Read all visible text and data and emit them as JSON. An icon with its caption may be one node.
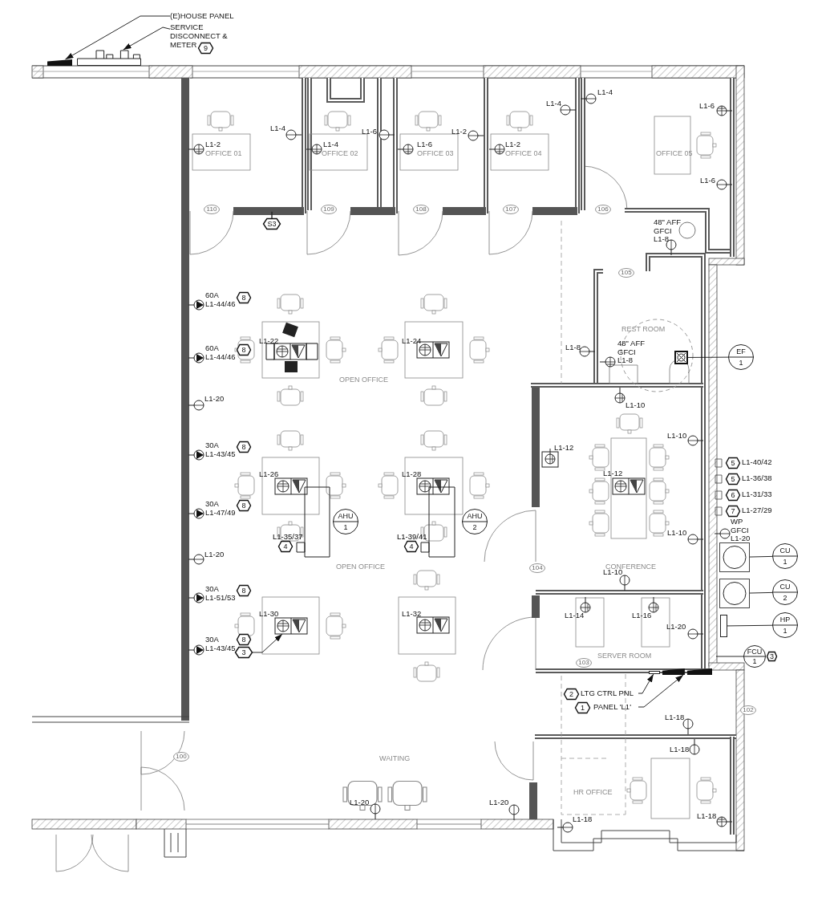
{
  "diagram": {
    "nodes": [
      {
        "text": [
          "(E)HOUSE PANEL"
        ]
      },
      {
        "text": [],
        "shape": "box"
      },
      {
        "text": [
          "SERVICE DISCONNECT & METER"
        ]
      },
      {
        "text": [
          "9"
        ]
      },
      {
        "text": [],
        "shape": "box"
      },
      {
        "text": [
          "110"
        ]
      },
      {
        "text": [
          "S3"
        ]
      },
      {
        "text": [
          "109"
        ]
      },
      {
        "text": [
          "108"
        ]
      },
      {
        "text": [
          "107"
        ]
      },
      {
        "text": [
          "106"
        ]
      },
      {
        "text": [
          "105"
        ]
      },
      {
        "text": [
          "8"
        ]
      },
      {
        "text": [
          "8"
        ]
      },
      {
        "text": [
          "8"
        ]
      },
      {
        "text": [
          "8"
        ]
      },
      {
        "text": [
          "AHU",
          "1"
        ]
      },
      {
        "text": [
          "AHU",
          "2"
        ]
      },
      {
        "text": [
          "4"
        ],
        "beside": [
          "L1-35/37"
        ]
      },
      {
        "text": [
          "4"
        ],
        "beside": [
          "L1-39/41"
        ]
      },
      {
        "text": [
          "8"
        ]
      },
      {
        "text": [
          "8"
        ]
      },
      {
        "text": [
          "3"
        ]
      },
      {
        "text": [],
        "shape": "box"
      },
      {
        "text": [
          "EF",
          "1"
        ]
      },
      {
        "text": [],
        "shape": "box"
      },
      {
        "text": [
          "5"
        ]
      },
      {
        "text": [
          "5"
        ]
      },
      {
        "text": [
          "6"
        ]
      },
      {
        "text": [
          "7"
        ]
      },
      {
        "text": [],
        "shape": "box"
      },
      {
        "text": [
          "CU",
          "1"
        ]
      },
      {
        "text": [],
        "shape": "box"
      },
      {
        "text": [
          "CU",
          "2"
        ]
      },
      {
        "text": [],
        "shape": "box"
      },
      {
        "text": [
          "HP",
          "1"
        ]
      },
      {
        "text": [
          "104"
        ]
      },
      {
        "text": [
          "FCU",
          "1"
        ]
      },
      {
        "text": [
          "3"
        ]
      },
      {
        "text": [
          "103"
        ]
      },
      {
        "text": [
          "2"
        ]
      },
      {
        "text": [
          "LTG CTRL PNL"
        ]
      },
      {
        "text": [],
        "shape": "box"
      },
      {
        "text": [
          "1"
        ]
      },
      {
        "text": [
          "PANEL 'L1'"
        ]
      },
      {
        "text": [],
        "shape": "box"
      },
      {
        "text": [
          "102"
        ]
      },
      {
        "text": [
          "100"
        ]
      }
    ],
    "edges": [
      {
        "from": 0,
        "to": 1,
        "arrow": "to"
      },
      {
        "from": 2,
        "to": 4,
        "arrow": "to"
      },
      {
        "from": 6,
        "to": null,
        "arrow": "none"
      },
      {
        "from": 22,
        "to": 23,
        "arrow": "to"
      },
      {
        "from": 24,
        "to": 25,
        "arrow": "none"
      },
      {
        "from": 31,
        "to": 30,
        "arrow": "none"
      },
      {
        "from": 33,
        "to": 32,
        "arrow": "none"
      },
      {
        "from": 35,
        "to": 34,
        "arrow": "none"
      },
      {
        "from": 37,
        "to": null,
        "arrow": "none"
      },
      {
        "from": 41,
        "to": 42,
        "arrow": "to"
      },
      {
        "from": 44,
        "to": 45,
        "arrow": "to"
      }
    ],
    "labels": [
      "L1-4",
      "L1-2",
      "OFFICE 01",
      "L1-4",
      "OFFICE 02",
      "L1-6",
      "L1-6",
      "OFFICE 03",
      "L1-2",
      "L1-2",
      "OFFICE 04",
      "L1-4",
      "L1-4",
      "L1-6",
      "OFFICE 05",
      "L1-6",
      "48\" AFF GFCI L1-8",
      "REST ROOM",
      "48\" AFF GFCI L1-8",
      "L1-8",
      "60A L1-44/46",
      "L1-22",
      "L1-24",
      "60A L1-44/46",
      "OPEN OFFICE",
      "L1-20",
      "L1-10",
      "30A L1-43/45",
      "L1-12",
      "L1-10",
      "L1-40/42",
      "L1-26",
      "L1-28",
      "L1-12",
      "L1-36/38",
      "L1-31/33",
      "30A L1-47/49",
      "L1-27/29",
      "WP GFCI L1-20",
      "L1-10",
      "L1-20",
      "OPEN OFFICE",
      "CONFERENCE",
      "L1-10",
      "30A L1-51/53",
      "L1-30",
      "L1-32",
      "L1-14",
      "L1-16",
      "L1-20",
      "30A L1-43/45",
      "SERVER ROOM",
      "L1-18",
      "L1-18",
      "WAITING",
      "HR OFFICE",
      "L1-20",
      "L1-20",
      "L1-18",
      "L1-18"
    ]
  }
}
